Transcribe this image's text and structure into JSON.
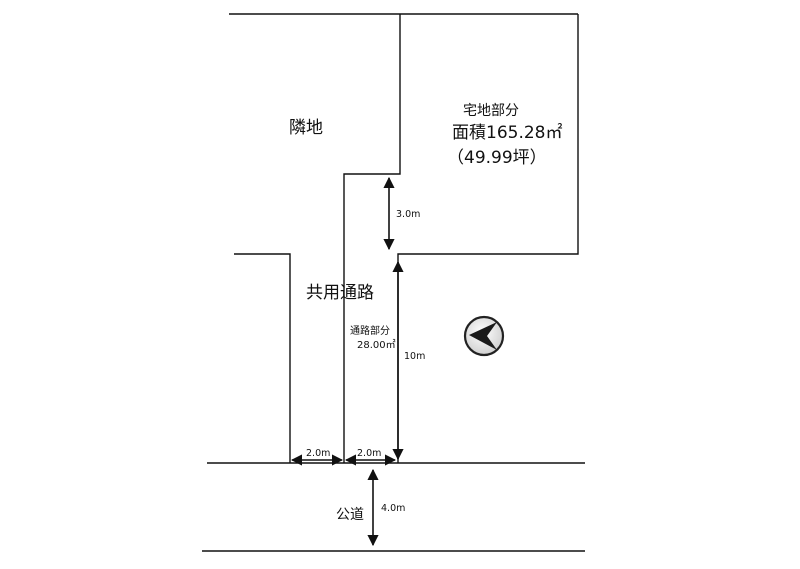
{
  "labels": {
    "neighbor": "隣地",
    "residential_title": "宅地部分",
    "residential_area": "面積165.28㎡",
    "residential_tsubo": "（49.99坪）",
    "shared_road": "共用通路",
    "road_part_title": "通路部分",
    "road_part_area": "28.00㎡",
    "public_road": "公道"
  },
  "dimensions": {
    "width_left": "2.0m",
    "width_right": "2.0m",
    "gap_height": "3.0m",
    "path_length": "10m",
    "public_road_width": "4.0m"
  },
  "colors": {
    "line": "#111111",
    "background": "#ffffff"
  },
  "icons": {
    "north_indicator": "north-arrow-icon"
  }
}
